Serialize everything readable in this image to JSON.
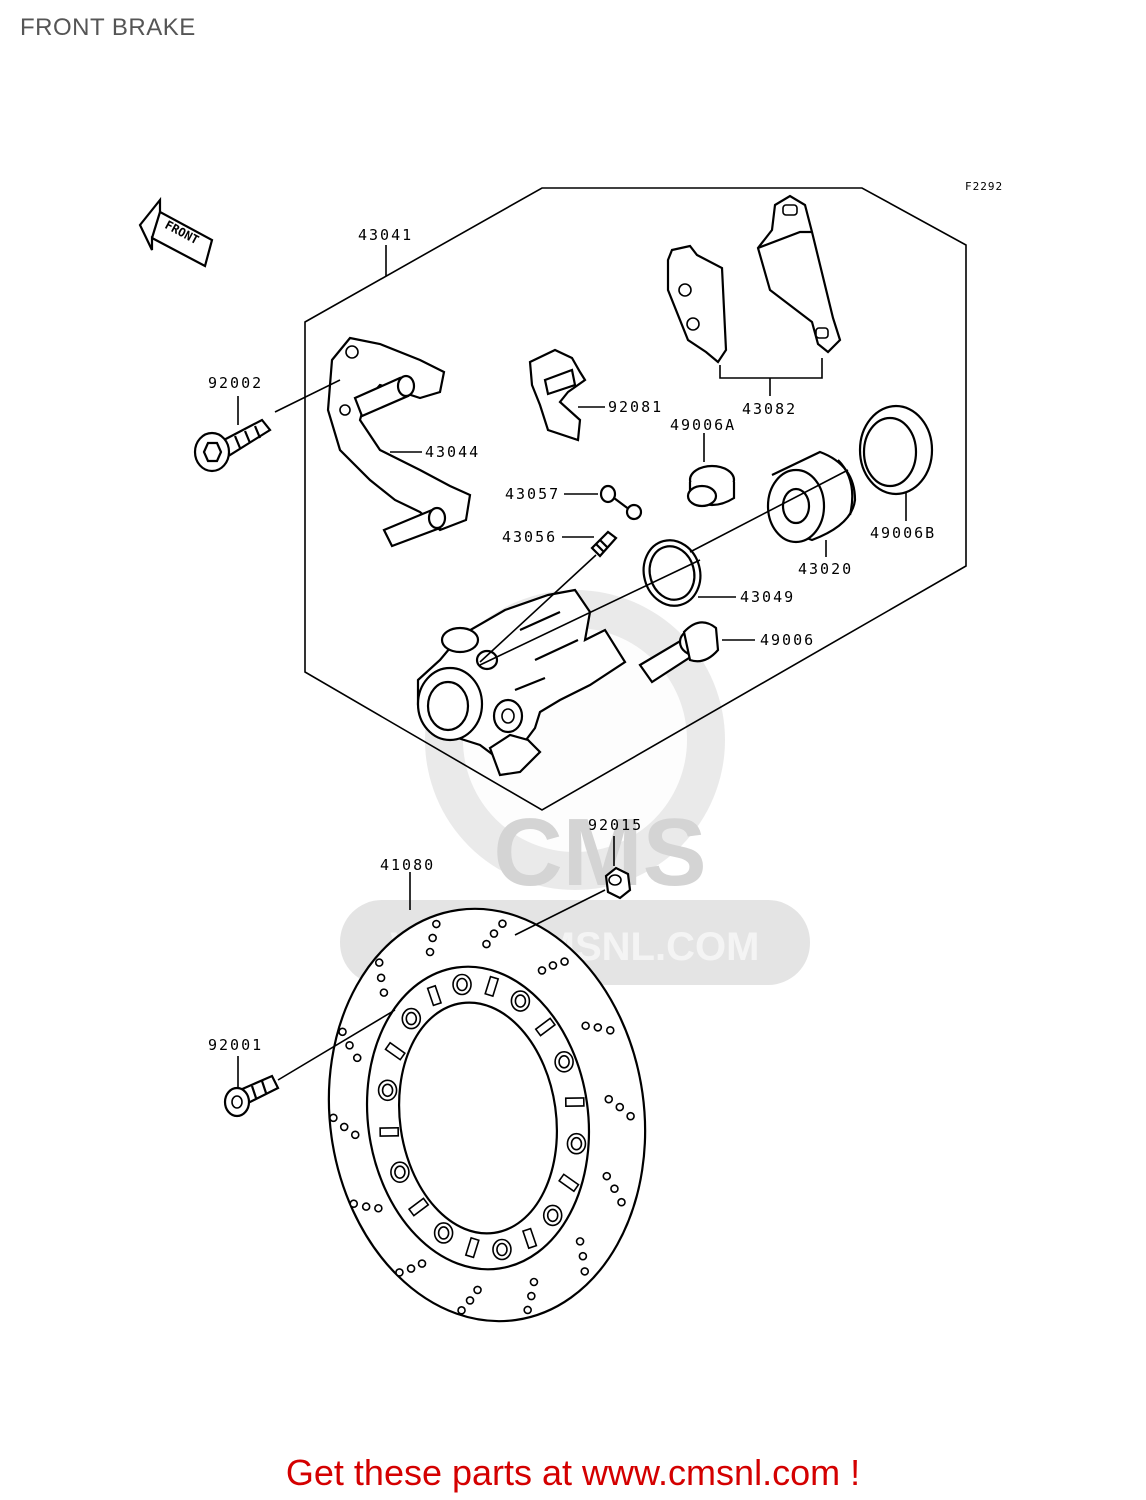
{
  "page": {
    "title": "FRONT BRAKE",
    "footer_link": "Get these parts at www.cmsnl.com !"
  },
  "diagram": {
    "figure_code": "F2292",
    "front_arrow_text": "FRONT",
    "watermark_text": "CMS",
    "watermark_url": "WWW.CMSNL.COM",
    "part_labels": {
      "p43041": "43041",
      "p92002": "92002",
      "p43044": "43044",
      "p92081": "92081",
      "p43082": "43082",
      "p49006A": "49006A",
      "p43057": "43057",
      "p43056": "43056",
      "p43020": "43020",
      "p49006B": "49006B",
      "p43049": "43049",
      "p49006": "49006",
      "p92015": "92015",
      "p41080": "41080",
      "p92001": "92001"
    }
  },
  "colors": {
    "title": "#555555",
    "footer": "#d40000",
    "watermark": "#d9d9d9"
  }
}
